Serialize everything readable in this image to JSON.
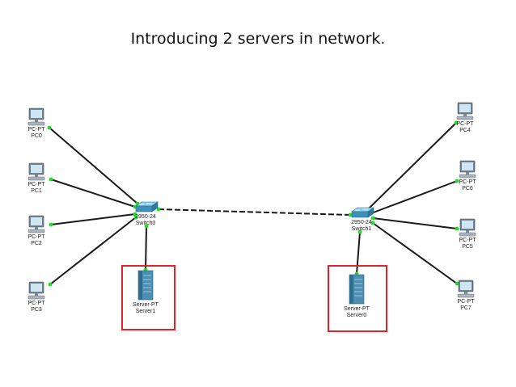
{
  "title": "Introducing 2 servers in network.",
  "colors": {
    "link": "#1a1a1a",
    "port": "#22dd22",
    "highlight": "#e0242a",
    "device": "#5aa5c9"
  },
  "nodes": {
    "pc0": {
      "type": "PC-PT",
      "name": "PC0"
    },
    "pc1": {
      "type": "PC-PT",
      "name": "PC1"
    },
    "pc2": {
      "type": "PC-PT",
      "name": "PC2"
    },
    "pc3": {
      "type": "PC-PT",
      "name": "PC3"
    },
    "pc4": {
      "type": "PC-PT",
      "name": "PC4"
    },
    "pc6": {
      "type": "PC-PT",
      "name": "PC6"
    },
    "pc5": {
      "type": "PC-PT",
      "name": "PC5"
    },
    "pc7": {
      "type": "PC-PT",
      "name": "PC7"
    },
    "switch0": {
      "type": "2950-24",
      "name": "Switch0"
    },
    "switch1": {
      "type": "2950-24",
      "name": "Switch1"
    },
    "server1": {
      "type": "Server-PT",
      "name": "Server1"
    },
    "server0": {
      "type": "Server-PT",
      "name": "Server0"
    }
  },
  "links": [
    {
      "from": "pc0",
      "to": "switch0",
      "style": "solid"
    },
    {
      "from": "pc1",
      "to": "switch0",
      "style": "solid"
    },
    {
      "from": "pc2",
      "to": "switch0",
      "style": "solid"
    },
    {
      "from": "pc3",
      "to": "switch0",
      "style": "solid"
    },
    {
      "from": "server1",
      "to": "switch0",
      "style": "solid"
    },
    {
      "from": "switch0",
      "to": "switch1",
      "style": "dashed"
    },
    {
      "from": "pc4",
      "to": "switch1",
      "style": "solid"
    },
    {
      "from": "pc6",
      "to": "switch1",
      "style": "solid"
    },
    {
      "from": "pc5",
      "to": "switch1",
      "style": "solid"
    },
    {
      "from": "pc7",
      "to": "switch1",
      "style": "solid"
    },
    {
      "from": "server0",
      "to": "switch1",
      "style": "solid"
    }
  ]
}
